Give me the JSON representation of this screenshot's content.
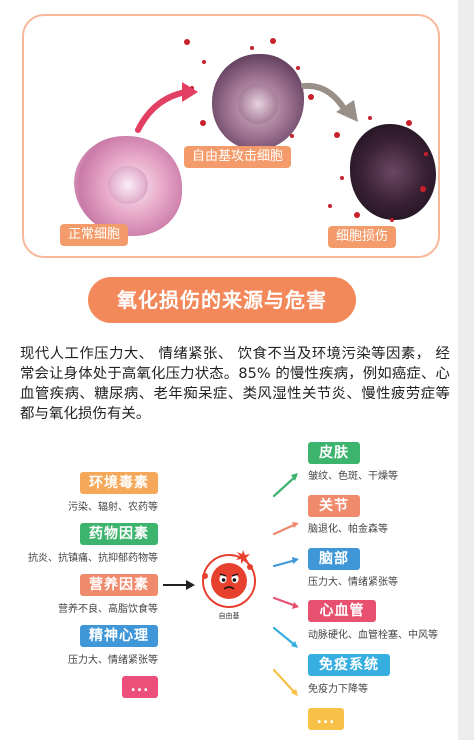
{
  "illustration": {
    "label_normal": "正常细胞",
    "label_attack": "自由基攻击细胞",
    "label_damaged": "细胞损伤"
  },
  "section_title": "氧化损伤的来源与危害",
  "paragraph": "现代人工作压力大、 情绪紧张、 饮食不当及环境污染等因素， 经常会让身体处于高氧化压力状态。85% 的慢性疾病，例如癌症、心血管疾病、糖尿病、老年痴呆症、类风湿性关节炎、慢性疲劳症等都与氧化损伤有关。",
  "center_label": "自由基",
  "causes": [
    {
      "title": "环境毒素",
      "desc": "污染、辐射、农药等",
      "color": "#f5a85a"
    },
    {
      "title": "药物因素",
      "desc": "抗炎、抗镇痛、抗抑郁药物等",
      "color": "#3db46d"
    },
    {
      "title": "营养因素",
      "desc": "营养不良、高脂饮食等",
      "color": "#f08a6d"
    },
    {
      "title": "精神心理",
      "desc": "压力大、情绪紧张等",
      "color": "#3f97d8"
    },
    {
      "title": "...",
      "desc": "",
      "color": "#ec4f79"
    }
  ],
  "effects": [
    {
      "title": "皮肤",
      "desc": "皱纹、色斑、干燥等",
      "color": "#3db46d"
    },
    {
      "title": "关节",
      "desc": "脑退化、帕金森等",
      "color": "#f08a6d"
    },
    {
      "title": "脑部",
      "desc": "压力大、情绪紧张等",
      "color": "#3f97d8"
    },
    {
      "title": "心血管",
      "desc": "动脉硬化、血管栓塞、中风等",
      "color": "#e8506f"
    },
    {
      "title": "免疫系统",
      "desc": "免疫力下降等",
      "color": "#36aee0"
    },
    {
      "title": "...",
      "desc": "",
      "color": "#f7c046"
    }
  ]
}
